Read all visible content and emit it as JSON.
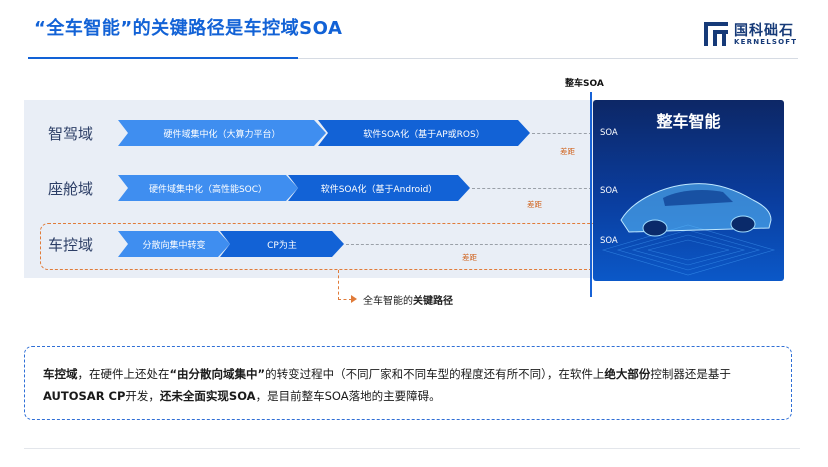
{
  "header": {
    "title": "“全车智能”的关键路径是车控域SOA",
    "logo": {
      "name_cn": "国科础石",
      "name_en": "KERNELSOFT",
      "icon": "kernelsoft-logo-icon"
    }
  },
  "diagram": {
    "top_label": "整车SOA",
    "car_panel_title": "整车智能",
    "rows": [
      {
        "domain": "智驾域",
        "stage1": "硬件域集中化（大算力平台）",
        "stage2": "软件SOA化（基于AP或ROS）",
        "gap": "差距",
        "soa": "SOA"
      },
      {
        "domain": "座舱域",
        "stage1": "硬件域集中化（高性能SOC）",
        "stage2": "软件SOA化（基于Android）",
        "gap": "差距",
        "soa": "SOA"
      },
      {
        "domain": "车控域",
        "stage1": "分散向集中转变",
        "stage2": "CP为主",
        "gap": "差距",
        "soa": "SOA"
      }
    ],
    "key_path_prefix": "全车智能的",
    "key_path_bold": "关键路径",
    "colors": {
      "arrow_light": "#3f8ef0",
      "arrow_dark": "#1262d6",
      "highlight": "#e07b39"
    }
  },
  "note": {
    "p1_bold": "车控域",
    "p2": "，在硬件上还处在",
    "p3_bold": "“由分散向域集中”",
    "p4": "的转变过程中（不同厂家和不同车型的程度还有所不同），在软件上",
    "p5_bold": "绝大部份",
    "p6": "控制器还是基于",
    "p7_bold": "AUTOSAR CP",
    "p8": "开发，",
    "p9_bold": "还未全面实现SOA",
    "p10": "，是目前整车SOA落地的主要障碍。"
  }
}
